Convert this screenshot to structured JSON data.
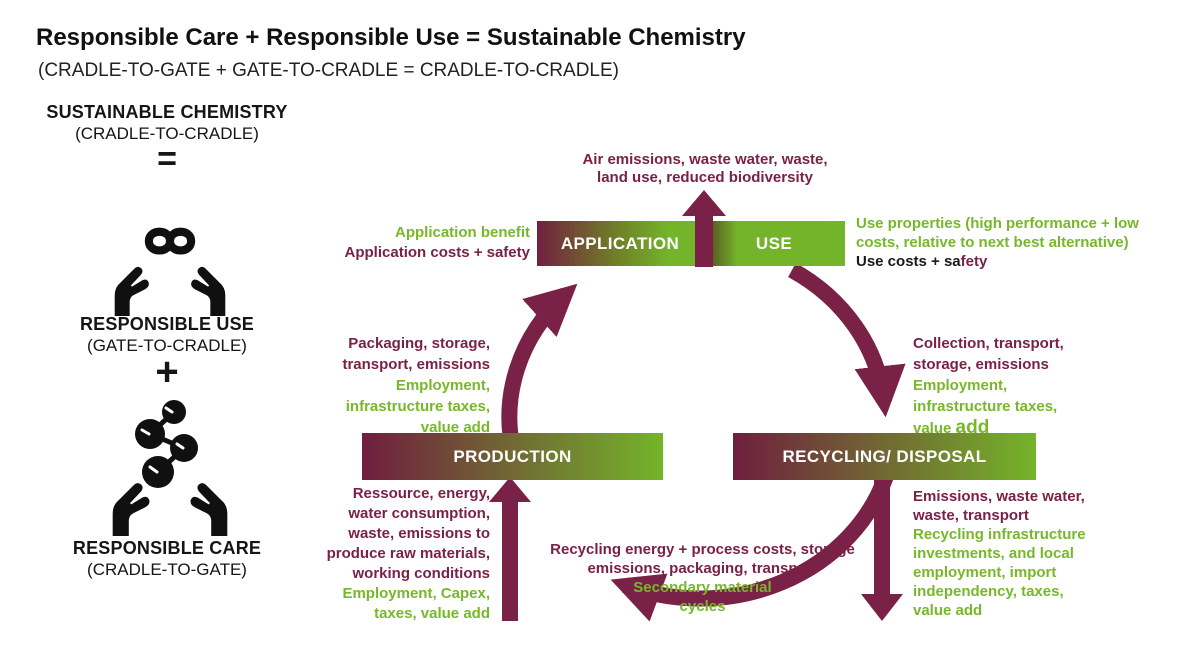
{
  "page": {
    "title": "Responsible Care + Responsible Use = Sustainable Chemistry",
    "subtitle": "(CRADLE-TO-GATE + GATE-TO-CRADLE = CRADLE-TO-CRADLE)"
  },
  "colors": {
    "maroon": "#7a2147",
    "green": "#76b82a",
    "bar_green": "#74b42a",
    "ink": "#151515"
  },
  "left_panel": {
    "result_title": "SUSTAINABLE CHEMISTRY",
    "result_sub": "(CRADLE-TO-CRADLE)",
    "equals": "=",
    "use_icon": "hands-infinity-icon",
    "use_title": "RESPONSIBLE USE",
    "use_sub": "(GATE-TO-CRADLE)",
    "plus": "+",
    "care_icon": "hands-molecules-icon",
    "care_title": "RESPONSIBLE CARE",
    "care_sub": "(CRADLE-TO-GATE)"
  },
  "cycle": {
    "bars": {
      "application": "APPLICATION",
      "use": "USE",
      "production": "PRODUCTION",
      "recycling": "RECYCLING/ DISPOSAL"
    },
    "labels": {
      "app_left": {
        "green": [
          "Application benefit"
        ],
        "maroon": [
          "Application costs + safety"
        ]
      },
      "top_output": {
        "maroon": [
          "Air emissions, waste water, waste,",
          "land use, reduced biodiversity"
        ]
      },
      "use_right": {
        "green": [
          "Use properties (high performance + low",
          "costs, relative to next best alternative)"
        ],
        "black_part": "Use costs + sa",
        "maroon_part": "fety"
      },
      "left_mid": {
        "maroon": [
          "Packaging, storage,",
          "transport, emissions"
        ],
        "green": [
          "Employment,",
          "infrastructure taxes,",
          "value add"
        ]
      },
      "right_mid": {
        "maroon": [
          "Collection, transport,",
          "storage, emissions"
        ],
        "green": [
          "Employment,",
          "infrastructure taxes,"
        ],
        "green_last_prefix": "value ",
        "green_last_emph": "add"
      },
      "bottom_left": {
        "maroon": [
          "Ressource, energy,",
          "water consumption,",
          "waste, emissions to",
          "produce raw materials,",
          "working conditions"
        ],
        "green": [
          "Employment, Capex,",
          "taxes, value add"
        ]
      },
      "bottom_mid": {
        "maroon": [
          "Recycling energy + process costs, storage",
          "emissions, packaging, transport"
        ],
        "green": [
          "Secondary material",
          "cycles"
        ]
      },
      "bottom_right": {
        "maroon": [
          "Emissions, waste water,",
          "waste, transport"
        ],
        "green": [
          "Recycling infrastructure",
          "investments, and local",
          "employment, import",
          "independency, taxes,",
          "value add"
        ]
      }
    }
  }
}
